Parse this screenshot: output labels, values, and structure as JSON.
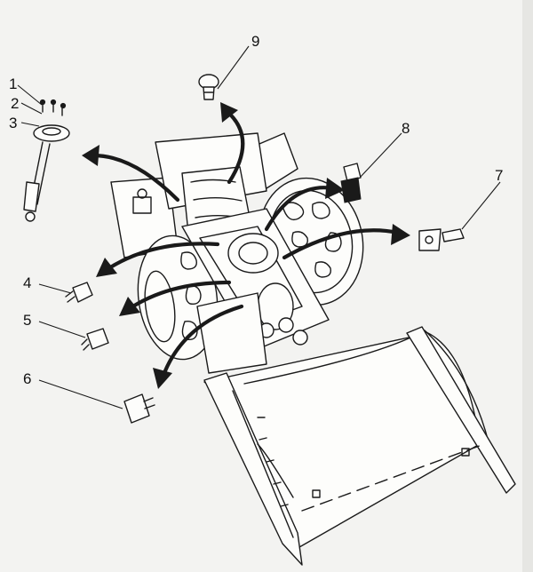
{
  "diagram": {
    "callouts": [
      "1",
      "2",
      "3",
      "4",
      "5",
      "6",
      "7",
      "8",
      "9"
    ]
  }
}
